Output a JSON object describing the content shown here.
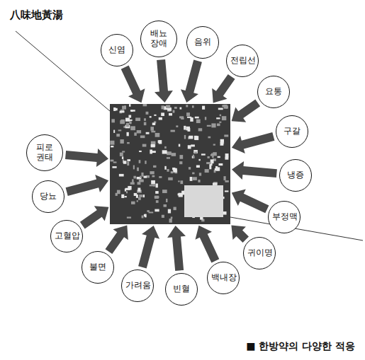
{
  "diagram": {
    "title": "八味地黃湯",
    "caption": "■ 한방약의 다양한 적응",
    "nodes": [
      {
        "text": [
          "신염"
        ]
      },
      {
        "text": [
          "배뇨 장애"
        ]
      },
      {
        "text": [
          "음위"
        ]
      },
      {
        "text": [
          "전립선"
        ]
      },
      {
        "text": [
          "요통"
        ]
      },
      {
        "text": [
          "구갈"
        ]
      },
      {
        "text": [
          "냉증"
        ]
      },
      {
        "text": [
          "부정맥"
        ]
      },
      {
        "text": [
          "귀이명"
        ]
      },
      {
        "text": [
          "백내장"
        ]
      },
      {
        "text": [
          "빈혈"
        ]
      },
      {
        "text": [
          "가려움"
        ]
      },
      {
        "text": [
          "불면"
        ]
      },
      {
        "text": [
          "고혈압"
        ]
      },
      {
        "text": [
          "당뇨"
        ]
      },
      {
        "text": [
          "피로 권태"
        ]
      }
    ]
  }
}
